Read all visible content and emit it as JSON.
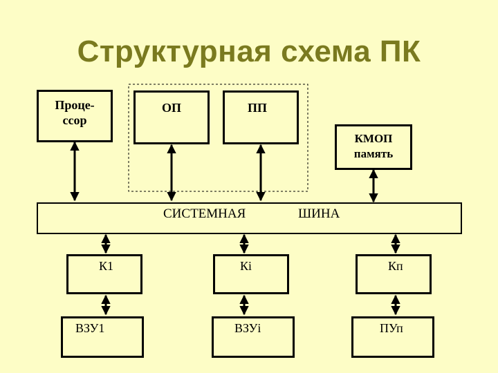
{
  "title": "Структурная схема ПК",
  "blocks": {
    "cpu": {
      "line1": "Проце-",
      "line2": "ссор"
    },
    "ram": "ОП",
    "rom": "ПП",
    "cmos": {
      "line1": "КМОП",
      "line2": "память"
    },
    "bus": {
      "word1": "СИСТЕМНАЯ",
      "word2": "ШИНА"
    },
    "controllers": [
      "К1",
      "Кi",
      "Кп"
    ],
    "devices": [
      "ВЗУ1",
      "ВЗУi",
      "ПУп"
    ]
  }
}
